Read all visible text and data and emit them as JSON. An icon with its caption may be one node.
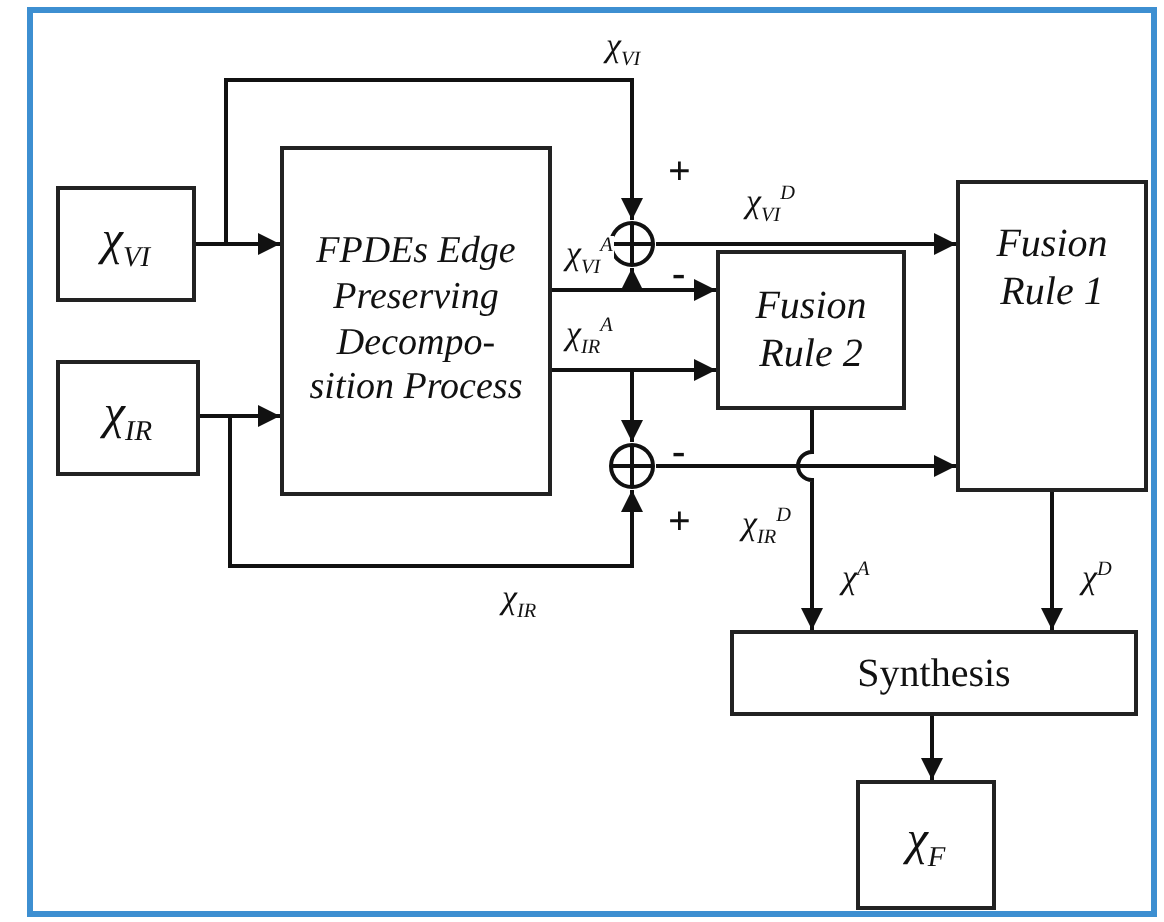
{
  "diagram": {
    "nodes": [
      {
        "text": [
          "χ$_{VI}$"
        ]
      },
      {
        "text": [
          "χ$_{IR}$"
        ]
      },
      {
        "text": [
          "FPDEs Edge Preserving Decompo- sition Process"
        ]
      },
      {
        "text": [],
        "shape": "circle"
      },
      {
        "text": [
          "Fusion Rule 2"
        ]
      },
      {
        "text": [],
        "shape": "circle"
      },
      {
        "text": [
          "Fusion Rule 1"
        ]
      },
      {
        "text": [
          "Synthesis"
        ]
      },
      {
        "text": [
          "χ$_{F}$"
        ]
      }
    ],
    "edges": [
      {
        "from": 0,
        "to": 2,
        "arrow": "to"
      },
      {
        "from": 0,
        "to": 3,
        "arrow": "to",
        "label": "χ$_{VI}$"
      },
      {
        "from": 1,
        "to": 2,
        "arrow": "to"
      },
      {
        "from": 1,
        "to": 5,
        "arrow": "to",
        "label": "χ$_{IR}$"
      },
      {
        "from": 2,
        "to": 4,
        "arrow": "to",
        "label": "χ$_{VI}$$^{A}$"
      },
      {
        "from": 2,
        "to": 3,
        "arrow": "to"
      },
      {
        "from": 2,
        "to": 4,
        "arrow": "to",
        "label": "χ$_{IR}$$^{A}$"
      },
      {
        "from": 2,
        "to": 5,
        "arrow": "to"
      },
      {
        "from": 3,
        "to": 6,
        "arrow": "to",
        "label": "χ$_{VI}$$^{D}$"
      },
      {
        "from": 5,
        "to": 6,
        "arrow": "to",
        "label": "χ$_{IR}$$^{D}$"
      },
      {
        "from": 4,
        "to": 7,
        "arrow": "to",
        "label": "χ$^{A}$"
      },
      {
        "from": 6,
        "to": 7,
        "arrow": "to",
        "label": "χ$^{D}$"
      },
      {
        "from": 7,
        "to": 8,
        "arrow": "to"
      }
    ],
    "labels": [
      "+",
      "-",
      "-",
      "+"
    ]
  }
}
